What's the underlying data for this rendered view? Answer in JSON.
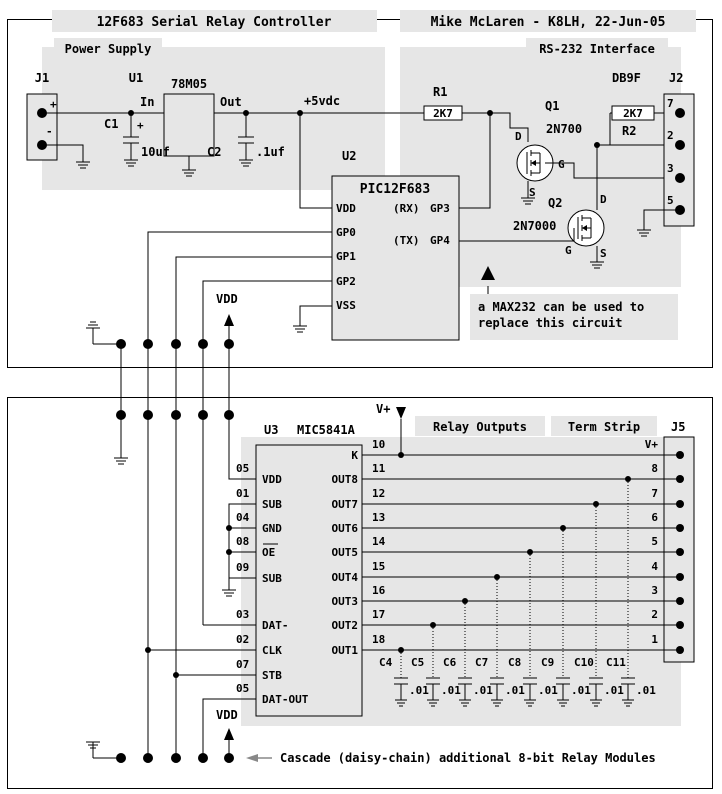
{
  "header": {
    "title": "12F683 Serial Relay Controller",
    "author": "Mike McLaren - K8LH, 22-Jun-05"
  },
  "sections": {
    "power": "Power Supply",
    "rs232": "RS-232 Interface",
    "relay_outputs": "Relay Outputs",
    "term_strip": "Term Strip"
  },
  "parts": {
    "J1": "J1",
    "U1": "U1",
    "reg": "78M05",
    "reg_in": "In",
    "reg_out": "Out",
    "rail": "+5vdc",
    "C1": "C1",
    "C1v": "10uf",
    "C2": "C2",
    "C2v": ".1uf",
    "plus": "+",
    "minus": "-",
    "R1": "R1",
    "R1v": "2K7",
    "R2": "R2",
    "R2v": "2K7",
    "DB9F": "DB9F",
    "J2": "J2",
    "Q1": "Q1",
    "Q1v": "2N700",
    "Q2": "Q2",
    "Q2v": "2N7000",
    "D": "D",
    "S": "S",
    "G": "G",
    "U2": "U2",
    "U2v": "PIC12F683",
    "J5": "J5",
    "U3": "U3",
    "U3v": "MIC5841A",
    "VDD": "VDD",
    "Vplus": "V+",
    "caps_value": ".01"
  },
  "u2_pins": {
    "vdd": "VDD",
    "rx": "(RX)",
    "gp3": "GP3",
    "gp0": "GP0",
    "tx": "(TX)",
    "gp4": "GP4",
    "gp1": "GP1",
    "gp2": "GP2",
    "vss": "VSS"
  },
  "j2_pins": [
    "7",
    "2",
    "3",
    "5"
  ],
  "note": [
    "a MAX232 can be used to",
    "replace this circuit"
  ],
  "u3_left": [
    {
      "num": "05",
      "name": "VDD"
    },
    {
      "num": "01",
      "name": "SUB"
    },
    {
      "num": "04",
      "name": "GND"
    },
    {
      "num": "08",
      "name": "OE"
    },
    {
      "num": "09",
      "name": "SUB"
    },
    {
      "num": "03",
      "name": "DAT-"
    },
    {
      "num": "02",
      "name": "CLK"
    },
    {
      "num": "07",
      "name": "STB"
    },
    {
      "num": "05",
      "name": "DAT-OUT"
    }
  ],
  "u3_right": [
    {
      "num": "10",
      "name": "K"
    },
    {
      "num": "11",
      "name": "OUT8"
    },
    {
      "num": "12",
      "name": "OUT7"
    },
    {
      "num": "13",
      "name": "OUT6"
    },
    {
      "num": "14",
      "name": "OUT5"
    },
    {
      "num": "15",
      "name": "OUT4"
    },
    {
      "num": "16",
      "name": "OUT3"
    },
    {
      "num": "17",
      "name": "OUT2"
    },
    {
      "num": "18",
      "name": "OUT1"
    }
  ],
  "j5_labels": [
    "V+",
    "8",
    "7",
    "6",
    "5",
    "4",
    "3",
    "2",
    "1"
  ],
  "caps": [
    "C4",
    "C5",
    "C6",
    "C7",
    "C8",
    "C9",
    "C10",
    "C11"
  ],
  "cascade": "Cascade (daisy-chain) additional 8-bit Relay Modules"
}
